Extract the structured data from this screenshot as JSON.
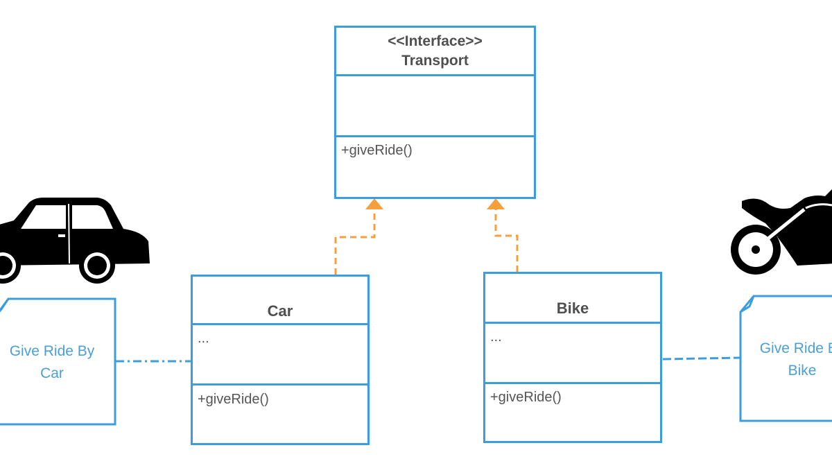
{
  "interface": {
    "stereotype": "<<Interface>>",
    "name": "Transport",
    "attributes": "",
    "method": "+giveRide()"
  },
  "car_class": {
    "name": "Car",
    "attributes": "...",
    "method": "+giveRide()"
  },
  "bike_class": {
    "name": "Bike",
    "attributes": "...",
    "method": "+giveRide()"
  },
  "notes": {
    "car": "Give Ride By Car",
    "bike": "Give Ride By Bike"
  },
  "icons": {
    "car": "car-silhouette-icon",
    "bike": "motorcycle-silhouette-icon"
  },
  "colors": {
    "box_border": "#3b9ddd",
    "note_text": "#4a9fd6",
    "realization_arrow": "#f5a03c",
    "text": "#4f4f4f"
  }
}
